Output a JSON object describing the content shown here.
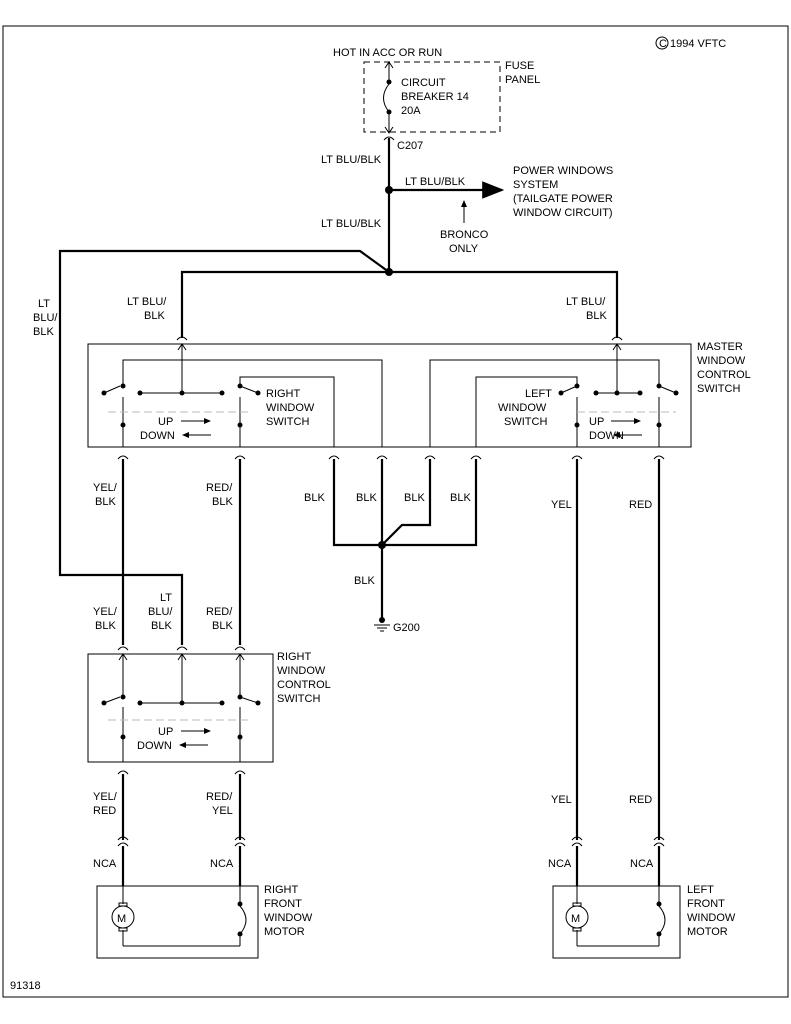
{
  "copyright": "1994 VFTC",
  "figure_number": "91318",
  "power_source": "HOT IN ACC OR RUN",
  "fuse_panel": {
    "label_1": "FUSE",
    "label_2": "PANEL"
  },
  "circuit_breaker": {
    "line_1": "CIRCUIT",
    "line_2": "BREAKER 14",
    "line_3": "20A"
  },
  "connector_c207": "C207",
  "wire_colors": {
    "lt_blu_blk": "LT BLU/BLK",
    "lt_blu_slash": "LT BLU/",
    "blk": "BLK",
    "lt": "LT",
    "blu_slash": "BLU/",
    "yel": "YEL",
    "yel_slash": "YEL/",
    "red": "RED",
    "red_slash": "RED/",
    "yel_red_b": "RED",
    "red_yel_b": "YEL",
    "nca": "NCA"
  },
  "power_windows_system": {
    "line_1": "POWER WINDOWS",
    "line_2": "SYSTEM",
    "line_3": "(TAILGATE POWER",
    "line_4": "WINDOW CIRCUIT)"
  },
  "bronco_only": {
    "line_1": "BRONCO",
    "line_2": "ONLY"
  },
  "master_switch": {
    "line_1": "MASTER",
    "line_2": "WINDOW",
    "line_3": "CONTROL",
    "line_4": "SWITCH"
  },
  "right_window_switch_label": {
    "line_1": "RIGHT",
    "line_2": "WINDOW",
    "line_3": "SWITCH"
  },
  "left_window_switch_label": {
    "line_1": "LEFT",
    "line_2": "WINDOW",
    "line_3": "SWITCH"
  },
  "direction": {
    "up": "UP",
    "down": "DOWN"
  },
  "ground": "G200",
  "right_control_switch": {
    "line_1": "RIGHT",
    "line_2": "WINDOW",
    "line_3": "CONTROL",
    "line_4": "SWITCH"
  },
  "right_motor": {
    "line_1": "RIGHT",
    "line_2": "FRONT",
    "line_3": "WINDOW",
    "line_4": "MOTOR"
  },
  "left_motor": {
    "line_1": "LEFT",
    "line_2": "FRONT",
    "line_3": "WINDOW",
    "line_4": "MOTOR"
  },
  "motor_symbol": "M"
}
